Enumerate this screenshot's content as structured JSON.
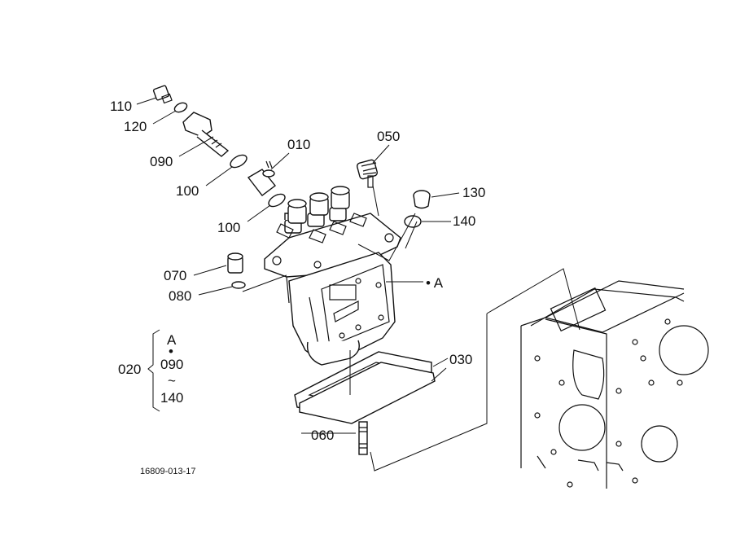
{
  "callouts": [
    {
      "id": "c110",
      "text": "110"
    },
    {
      "id": "c120",
      "text": "120"
    },
    {
      "id": "c090",
      "text": "090"
    },
    {
      "id": "c100a",
      "text": "100"
    },
    {
      "id": "c100b",
      "text": "100"
    },
    {
      "id": "c010",
      "text": "010"
    },
    {
      "id": "c050",
      "text": "050"
    },
    {
      "id": "c130",
      "text": "130"
    },
    {
      "id": "c140",
      "text": "140"
    },
    {
      "id": "c070",
      "text": "070"
    },
    {
      "id": "c080",
      "text": "080"
    },
    {
      "id": "cA",
      "text": "• A"
    },
    {
      "id": "c030",
      "text": "030"
    },
    {
      "id": "c060",
      "text": "060"
    }
  ],
  "assembly_note": {
    "code": "020",
    "line1": "A",
    "dot": "•",
    "line2": "090",
    "tilde": "~",
    "line3": "140"
  },
  "figure_id": "16809-013-17"
}
